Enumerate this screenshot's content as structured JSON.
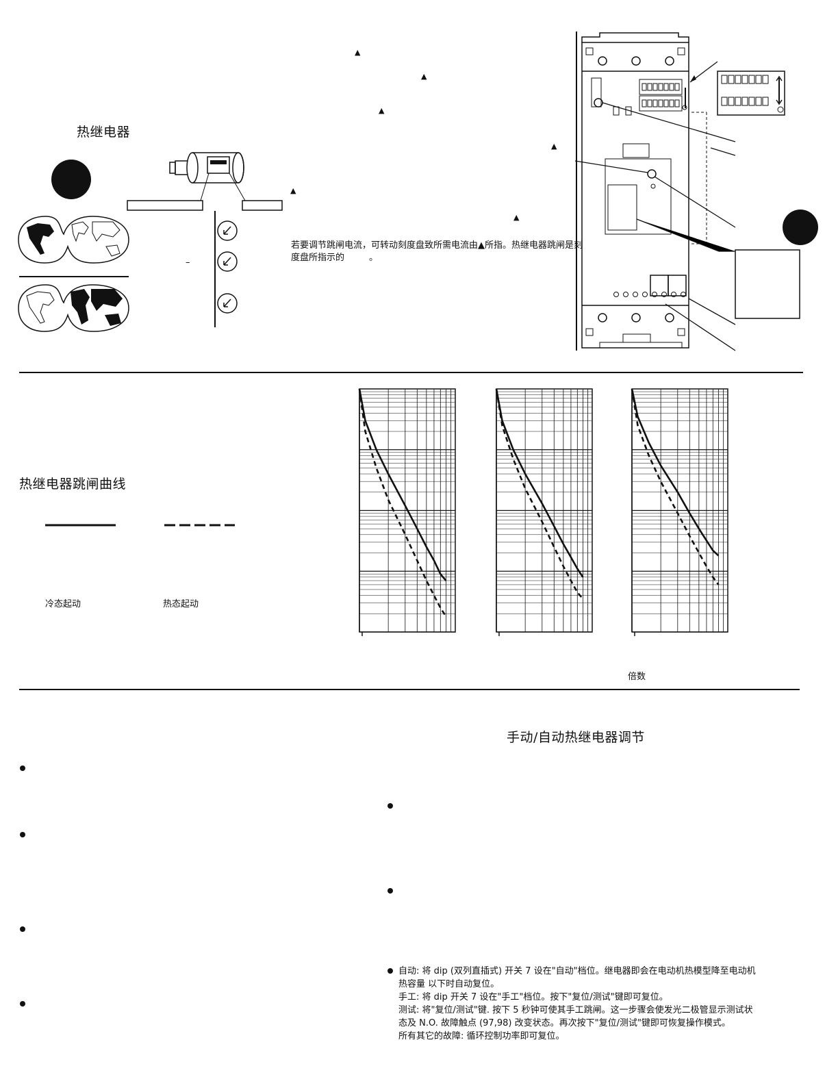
{
  "section1": {
    "title": "热继电器",
    "instruction_line1": "若要调节跳闸电流，可转动刻度盘致所需电流由▲所指。热继电器跳闸是刻",
    "instruction_line2": "度盘所指示的",
    "instruction_end": "。",
    "triangle_marker": "▲",
    "dash_mark": "–"
  },
  "section2": {
    "title": "热继电器跳闸曲线",
    "legend": [
      {
        "label": "冷态起动",
        "style": "solid"
      },
      {
        "label": "热态起动",
        "style": "dashed"
      }
    ],
    "x_axis_word": "倍数"
  },
  "section3": {
    "title": "手动/自动热继电器调节",
    "mode_lines": [
      "自动:  将 dip (双列直插式) 开关 7 设在\"自动\"档位。继电器即会在电动机热模型降至电动机",
      "热容量          以下时自动复位。",
      "手工:  将 dip 开关 7 设在\"手工\"档位。按下\"复位/测试\"键即可复位。",
      "测试:  将\"复位/测试\"键. 按下 5 秒钟可使其手工跳闸。这一步骤会使发光二极管显示测试状",
      "态及 N.O. 故障触点 (97,98) 改变状态。再次按下\"复位/测试\"键即可恢复操作模式。",
      "所有其它的故障:  循环控制功率即可复位。"
    ]
  },
  "chart_data": [
    {
      "type": "line",
      "title": "",
      "xlabel": "倍数",
      "ylabel": "",
      "x_scale": "log",
      "y_scale": "log",
      "grid": true,
      "legend": "none",
      "series": [
        {
          "name": "冷态起动",
          "style": "solid",
          "x": [
            1.0,
            1.15,
            1.5,
            2,
            3,
            4,
            5,
            6,
            7,
            8
          ],
          "y": [
            10000,
            3000,
            1000,
            400,
            120,
            50,
            25,
            15,
            9,
            7
          ]
        },
        {
          "name": "热态起动",
          "style": "dashed",
          "x": [
            1.0,
            1.15,
            1.5,
            2,
            3,
            4,
            5,
            6,
            7,
            8
          ],
          "y": [
            10000,
            2000,
            500,
            150,
            40,
            15,
            7,
            4,
            2.5,
            1.8
          ]
        }
      ]
    },
    {
      "type": "line",
      "title": "",
      "xlabel": "倍数",
      "ylabel": "",
      "x_scale": "log",
      "y_scale": "log",
      "grid": true,
      "legend": "none",
      "series": [
        {
          "name": "冷态起动",
          "style": "solid",
          "x": [
            1.0,
            1.15,
            1.5,
            2,
            3,
            4,
            5,
            6,
            7,
            8
          ],
          "y": [
            10000,
            3000,
            1000,
            400,
            130,
            55,
            28,
            17,
            11,
            8
          ]
        },
        {
          "name": "热态起动",
          "style": "dashed",
          "x": [
            1.0,
            1.15,
            1.5,
            2,
            3,
            4,
            5,
            6,
            7,
            8
          ],
          "y": [
            10000,
            2500,
            700,
            230,
            65,
            25,
            12,
            7,
            4.5,
            3.5
          ]
        }
      ]
    },
    {
      "type": "line",
      "title": "",
      "xlabel": "倍数",
      "ylabel": "",
      "x_scale": "log",
      "y_scale": "log",
      "grid": true,
      "legend": "none",
      "series": [
        {
          "name": "冷态起动",
          "style": "solid",
          "x": [
            1.0,
            1.15,
            1.5,
            2,
            3,
            4,
            5,
            6,
            7,
            8
          ],
          "y": [
            10000,
            3500,
            1300,
            550,
            200,
            90,
            50,
            32,
            22,
            18
          ]
        },
        {
          "name": "热态起动",
          "style": "dashed",
          "x": [
            1.0,
            1.15,
            1.5,
            2,
            3,
            4,
            5,
            6,
            7,
            8
          ],
          "y": [
            10000,
            2500,
            800,
            300,
            90,
            38,
            20,
            12,
            8,
            6
          ]
        }
      ]
    }
  ]
}
